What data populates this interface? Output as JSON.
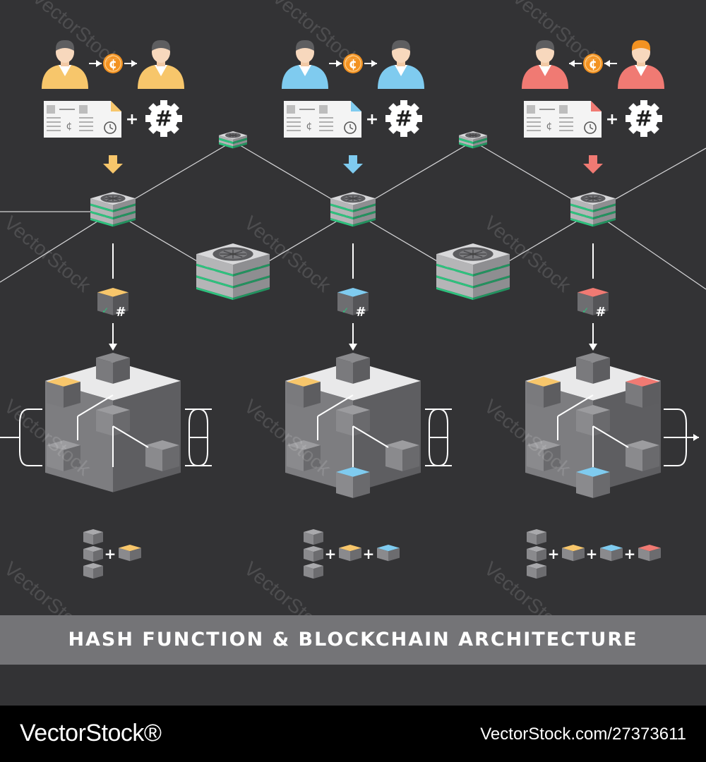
{
  "title": "HASH FUNCTION & BLOCKCHAIN ARCHITECTURE",
  "watermark_text": "VectorStock",
  "footer": {
    "brand": "VectorStock®",
    "image_id": "VectorStock.com/27373611"
  },
  "colors": {
    "background": "#333335",
    "band": "#747477",
    "orange": "#f7c66b",
    "blue": "#7fcbef",
    "red": "#f07a73",
    "green": "#2ec27e",
    "coin": "#f39221"
  },
  "columns": [
    {
      "accent": "orange",
      "arrow_direction": "right",
      "hash_symbol": "#",
      "coin_symbol": "¢"
    },
    {
      "accent": "blue",
      "arrow_direction": "right",
      "hash_symbol": "#",
      "coin_symbol": "¢"
    },
    {
      "accent": "red",
      "arrow_direction": "left",
      "hash_symbol": "#",
      "coin_symbol": "¢"
    }
  ]
}
